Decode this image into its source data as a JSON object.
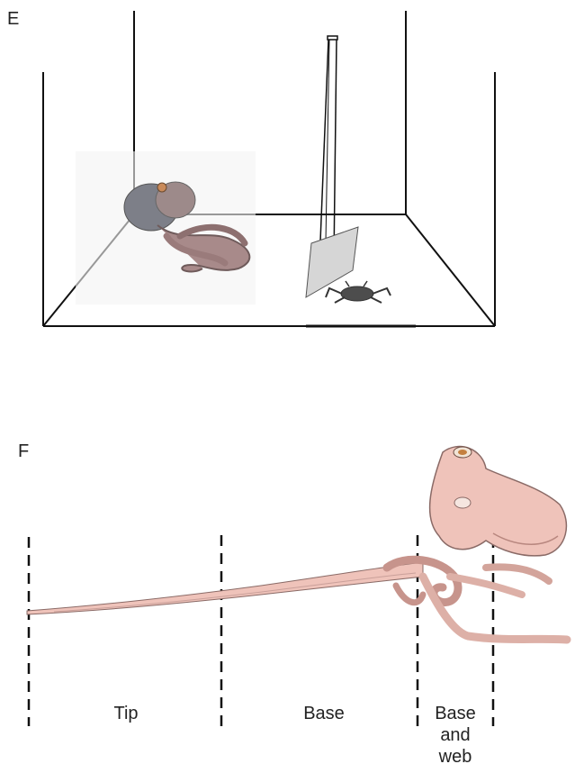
{
  "panels": {
    "e": {
      "letter": "E"
    },
    "f": {
      "letter": "F",
      "segments": {
        "tip": "Tip",
        "base": "Base",
        "base_web_line1": "Base",
        "base_web_line2": "and",
        "base_web_line3": "web"
      }
    }
  },
  "colors": {
    "line": "#111111",
    "octopus_skin": "#e8b8ae",
    "octopus_shadow": "#b88f88",
    "octopus_dark": "#7d6a72",
    "plate": "#d4d4d4",
    "crab": "#4a4a4a"
  }
}
